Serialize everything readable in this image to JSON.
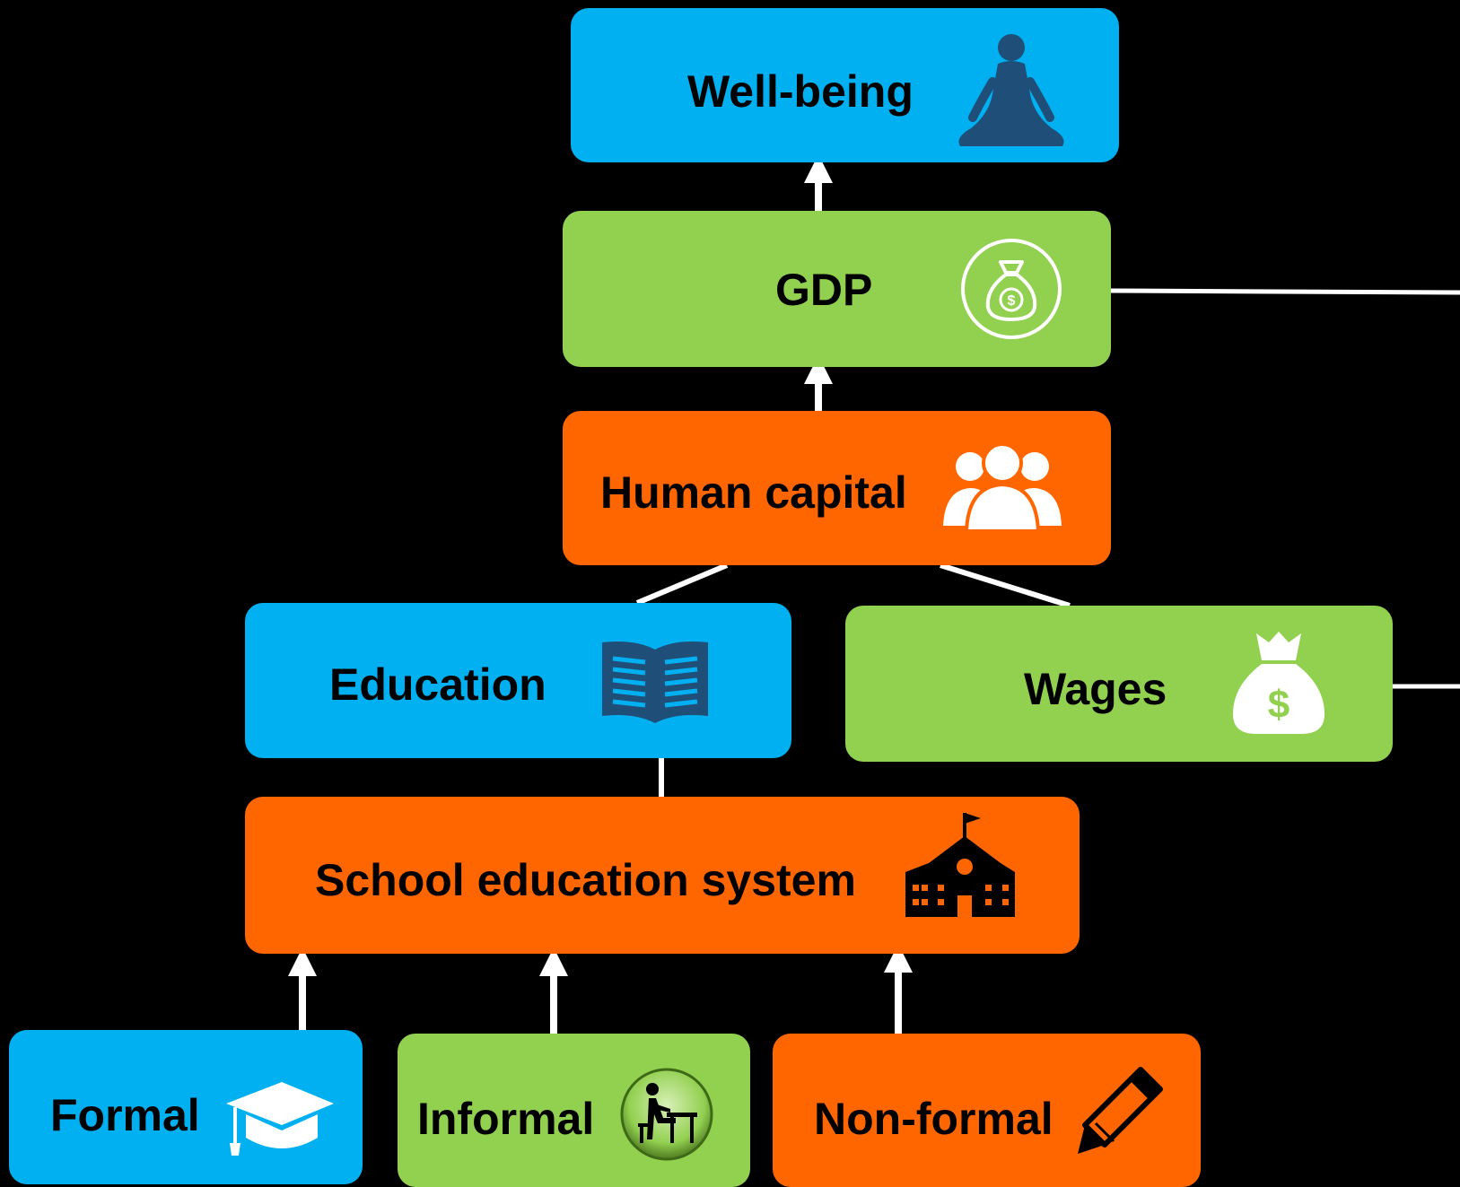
{
  "colors": {
    "background": "#000000",
    "blue": "#00B0F0",
    "green": "#92D050",
    "orange": "#FF6600",
    "text": "#000000",
    "connector": "#FFFFFF",
    "icon_dark": "#1F4E79",
    "icon_light": "#FFFFFF"
  },
  "nodes": {
    "wellbeing": {
      "label": "Well-being",
      "color": "blue",
      "icon": "meditation-icon"
    },
    "gdp": {
      "label": "GDP",
      "color": "green",
      "icon": "money-bag-circle-icon"
    },
    "human": {
      "label": "Human capital",
      "color": "orange",
      "icon": "people-group-icon"
    },
    "education": {
      "label": "Education",
      "color": "blue",
      "icon": "open-book-icon"
    },
    "wages": {
      "label": "Wages",
      "color": "green",
      "icon": "money-bag-icon"
    },
    "school": {
      "label": "School education system",
      "color": "orange",
      "icon": "school-building-icon"
    },
    "formal": {
      "label": "Formal",
      "color": "blue",
      "icon": "graduation-cap-icon"
    },
    "informal": {
      "label": "Informal",
      "color": "green",
      "icon": "student-desk-icon"
    },
    "nonformal": {
      "label": "Non-formal",
      "color": "orange",
      "icon": "pencil-icon"
    }
  },
  "edges": [
    {
      "from": "gdp",
      "to": "wellbeing",
      "arrow": true
    },
    {
      "from": "human",
      "to": "gdp",
      "arrow": true
    },
    {
      "from": "education",
      "to": "human",
      "arrow": false
    },
    {
      "from": "wages",
      "to": "human",
      "arrow": false
    },
    {
      "from": "school",
      "to": "education",
      "arrow": false
    },
    {
      "from": "formal",
      "to": "school",
      "arrow": true
    },
    {
      "from": "informal",
      "to": "school",
      "arrow": true
    },
    {
      "from": "nonformal",
      "to": "school",
      "arrow": true
    },
    {
      "from": "gdp",
      "to": "offscreen-right",
      "arrow": false
    },
    {
      "from": "wages",
      "to": "offscreen-right",
      "arrow": false
    }
  ]
}
